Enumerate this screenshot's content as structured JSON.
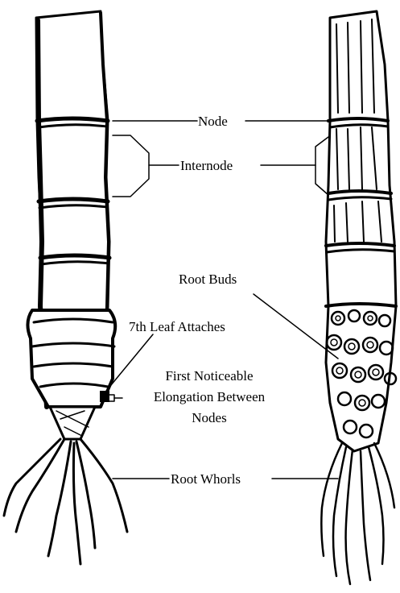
{
  "diagram": {
    "labels": {
      "node": "Node",
      "internode": "Internode",
      "root_buds": "Root Buds",
      "seventh_leaf": "7th Leaf Attaches",
      "elongation_line1": "First Noticeable",
      "elongation_line2": "Elongation Between",
      "elongation_line3": "Nodes",
      "root_whorls": "Root Whorls"
    }
  }
}
